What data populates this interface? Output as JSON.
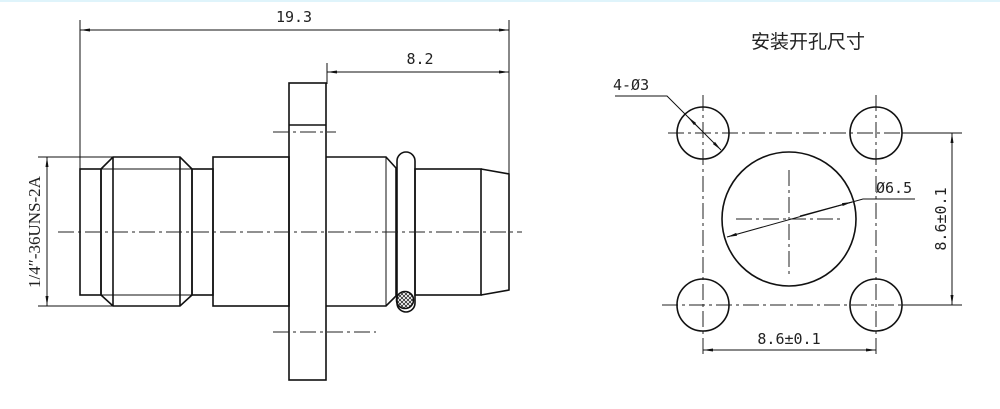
{
  "side_view": {
    "overall_length": "19.3",
    "flange_to_end": "8.2",
    "thread_spec": "1/4″-36UNS-2A"
  },
  "mounting_cutout": {
    "title": "安装开孔尺寸",
    "hole_callout": "4-Ø3",
    "center_hole": "Ø6.5",
    "vertical_spacing": "8.6±0.1",
    "horizontal_spacing": "8.6±0.1"
  }
}
